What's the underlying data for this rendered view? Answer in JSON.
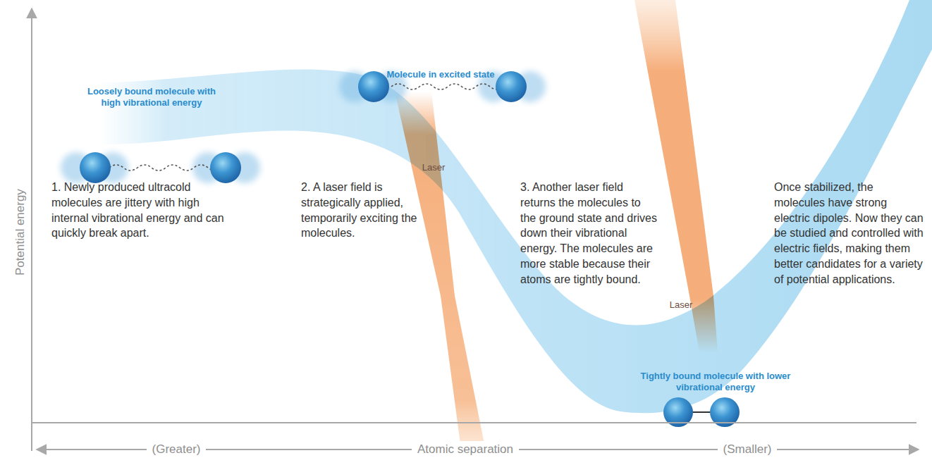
{
  "diagram": {
    "labels": [
      "Loosely bound molecule with high vibrational energy",
      "1. Newly produced ultracold molecules are jittery with high internal vibrational energy and can quickly break apart.",
      "Molecule in excited state",
      "2. A laser field is strategically applied, temporarily exciting the molecules.",
      "Laser",
      "3. Another laser field returns the molecules to the ground state and drives down their vibrational energy. The molecules are more stable because their atoms are tightly bound.",
      "Laser",
      "Tightly bound molecule with lower vibrational energy",
      "Once stabilized, the molecules have strong electric dipoles. Now they can be studied and controlled with electric fields, making them better candidates for a variety of potential applications.",
      "Potential energy",
      "(Greater)",
      "Atomic separation",
      "(Smaller)"
    ]
  }
}
